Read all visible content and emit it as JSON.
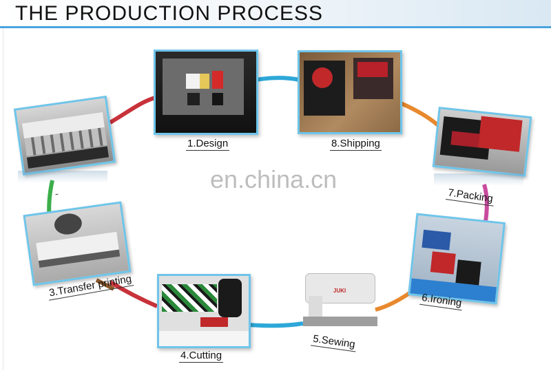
{
  "header": {
    "title": "THE PRODUCTION PROCESS"
  },
  "watermark": "en.china.cn",
  "steps": [
    {
      "label": "1.Design",
      "icon": "design-monitor-photo"
    },
    {
      "label": "8.Shipping",
      "icon": "shipping-boxes-photo"
    },
    {
      "label": "7.Packing",
      "icon": "packing-jerseys-photo"
    },
    {
      "label": "6.Ironing",
      "icon": "ironing-table-photo"
    },
    {
      "label": "5.Sewing",
      "icon": "sewing-machine-photo"
    },
    {
      "label": "4.Cutting",
      "icon": "cutting-fabric-photo"
    },
    {
      "label": "3.Transfer printing",
      "icon": "transfer-printing-machine-photo"
    },
    {
      "label": "",
      "icon": "printer-photo"
    }
  ],
  "colors": {
    "accent_blue": "#4aa3df",
    "photo_border": "#6ec5ea",
    "ring_red": "#c8323a",
    "ring_blue": "#2ea8d8",
    "ring_orange": "#e8892e",
    "ring_magenta": "#c94b9e",
    "ring_green": "#3cae4a",
    "ring_brown": "#8a5a2b"
  }
}
